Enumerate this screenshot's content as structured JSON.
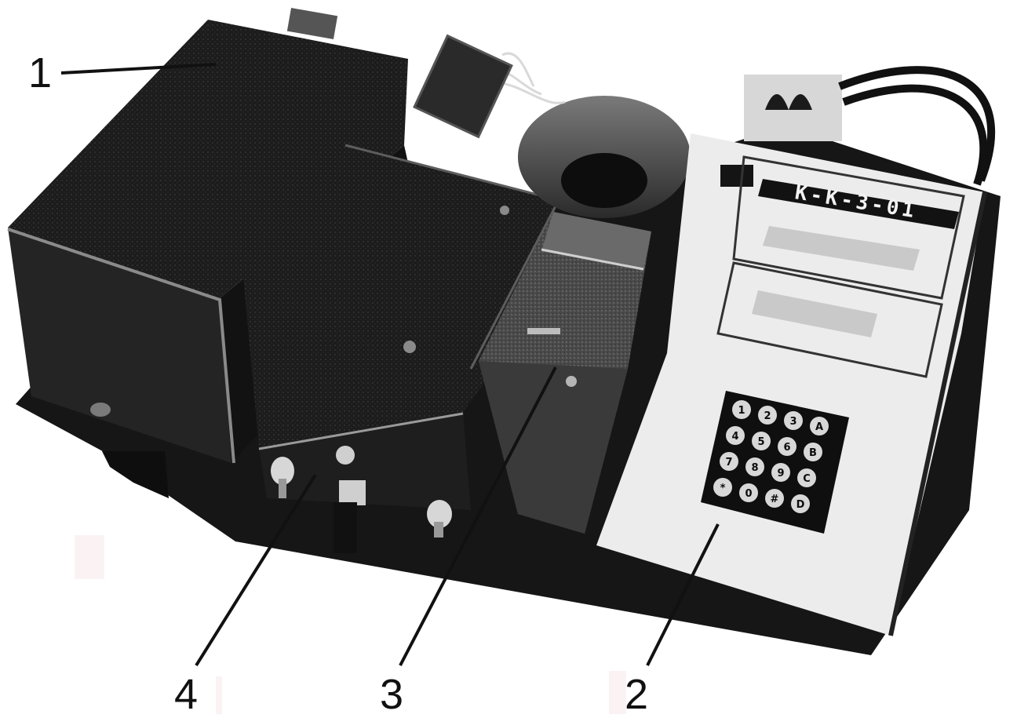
{
  "figure": {
    "callouts": [
      {
        "id": "1",
        "label": "1"
      },
      {
        "id": "2",
        "label": "2"
      },
      {
        "id": "3",
        "label": "3"
      },
      {
        "id": "4",
        "label": "4"
      }
    ],
    "device": {
      "model_label": "К-К-3-01",
      "keypad_keys": [
        "1",
        "2",
        "3",
        "A",
        "4",
        "5",
        "6",
        "B",
        "7",
        "8",
        "9",
        "C",
        "*",
        "0",
        "#",
        "D"
      ]
    }
  },
  "colors": {
    "background": "#ffffff",
    "dark_metal": "#1a1a1a",
    "panel_light": "#ededed",
    "lcd_window": "#c9c9c9",
    "leader_line": "#111111"
  }
}
